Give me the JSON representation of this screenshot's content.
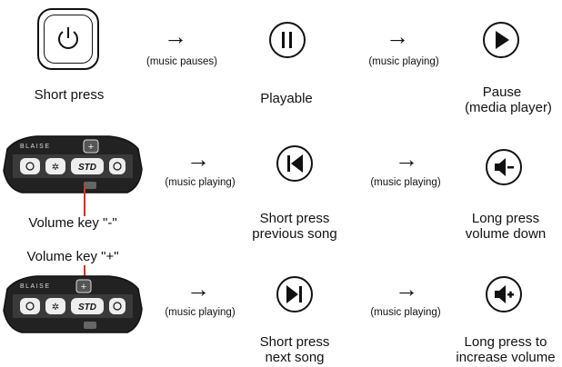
{
  "rows": [
    {
      "source_label": "Short press",
      "arrow1": "→",
      "note1": "(music pauses)",
      "middle_label": "Playable",
      "arrow2": "→",
      "note2": "(music playing)",
      "right_label_line1": "Pause",
      "right_label_line2": "(media player)"
    },
    {
      "source_label": "Volume key \"-\"",
      "arrow1": "→",
      "note1": "(music playing)",
      "middle_label_line1": "Short press",
      "middle_label_line2": "previous song",
      "arrow2": "→",
      "note2": "(music playing)",
      "right_label_line1": "Long press",
      "right_label_line2": "volume down"
    },
    {
      "source_label": "Volume key \"+\"",
      "arrow1": "→",
      "note1": "(music playing)",
      "middle_label_line1": "Short press",
      "middle_label_line2": "next song",
      "arrow2": "→",
      "note2": "(music playing)",
      "right_label_line1": "Long press to",
      "right_label_line2": "increase volume"
    }
  ],
  "device": {
    "brand": "BLAISE",
    "model": "STD"
  },
  "icons": {
    "power": "power-icon",
    "pause": "pause-icon",
    "play": "play-icon",
    "previous": "previous-track-icon",
    "next": "next-track-icon",
    "volume_down": "volume-down-icon",
    "volume_up": "volume-up-icon"
  }
}
